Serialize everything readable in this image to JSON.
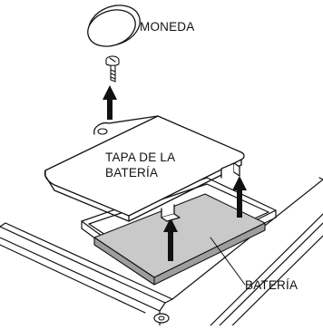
{
  "labels": {
    "coin": "MONEDA",
    "cover_line1": "TAPA DE LA",
    "cover_line2": "BATERÍA",
    "battery": "BATERÍA"
  }
}
